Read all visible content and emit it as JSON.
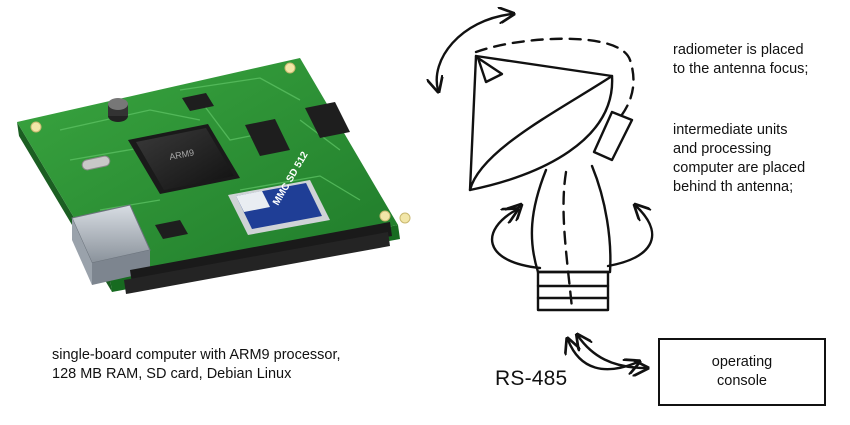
{
  "board": {
    "caption_line1": "single-board computer with ARM9 processor,",
    "caption_line2": "128 MB RAM, SD card, Debian Linux",
    "sd_card_label": "MMC SD 512"
  },
  "antenna": {
    "focus_note_line1": "radiometer is placed",
    "focus_note_line2": "to the antenna focus;",
    "behind_note_line1": "intermediate units",
    "behind_note_line2": "and processing",
    "behind_note_line3": "computer are placed",
    "behind_note_line4": "behind th antenna;"
  },
  "link": {
    "label": "RS-485"
  },
  "console": {
    "line1": "operating",
    "line2": "console"
  }
}
